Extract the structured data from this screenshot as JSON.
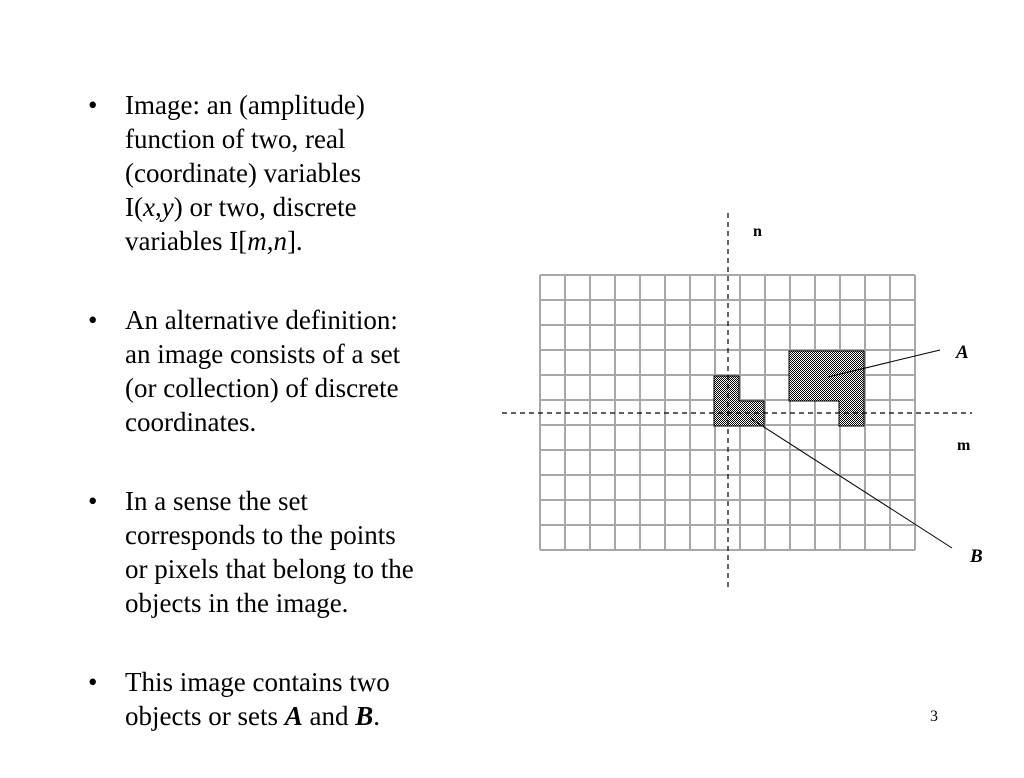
{
  "slide": {
    "bullet_symbol": "•",
    "bullets": [
      {
        "lines": [
          {
            "text": "Image: an (amplitude)"
          },
          {
            "text": "function of two, real"
          },
          {
            "text": "(coordinate) variables"
          },
          {
            "pre": "I(",
            "i1": "x",
            "mid": ",",
            "i2": "y",
            "post": ") or two, discrete"
          },
          {
            "pre": "variables I[",
            "i1": "m",
            "mid": ",",
            "i2": "n",
            "post": "]."
          }
        ]
      },
      {
        "lines": [
          {
            "text": "An alternative definition:"
          },
          {
            "text": "an image consists of a set"
          },
          {
            "text": "(or collection) of discrete"
          },
          {
            "text": "coordinates."
          }
        ]
      },
      {
        "lines": [
          {
            "text": "In a sense the set"
          },
          {
            "text": "corresponds to the points"
          },
          {
            "text": "or pixels that belong to the"
          },
          {
            "text": "objects in the image."
          }
        ]
      },
      {
        "lines": [
          {
            "text": "This image contains two"
          },
          {
            "pre": "objects or sets ",
            "b1": "A",
            "mid": " and ",
            "b2": "B",
            "post": "."
          }
        ]
      }
    ],
    "figure": {
      "axis_label_top": "n",
      "axis_label_right": "m",
      "label_a": "A",
      "label_b": "B",
      "grid_color": "#a8a8a8",
      "fill_color": "#7a7a7a"
    },
    "page_number": "3"
  }
}
